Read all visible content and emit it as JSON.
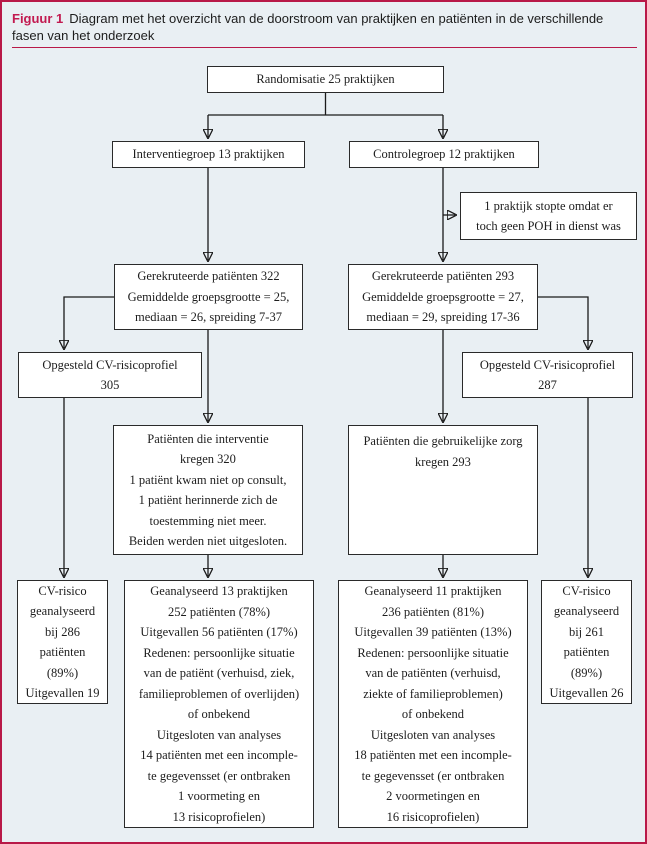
{
  "figure": {
    "label": "Figuur 1",
    "caption": "Diagram met het overzicht van de doorstroom van praktijken en patiënten in de verschillende fasen van het onderzoek"
  },
  "colors": {
    "accent": "#b81948",
    "background": "#e9eff3",
    "box_background": "#ffffff",
    "box_border": "#2a2a2a",
    "connector": "#1a1a1a"
  },
  "nodes": {
    "randomisatie": [
      "Randomisatie 25 praktijken"
    ],
    "interventiegroep": [
      "Interventiegroep 13 praktijken"
    ],
    "controlegroep": [
      "Controlegroep 12 praktijken"
    ],
    "praktijk_stopte": [
      "1 praktijk stopte omdat er",
      "toch geen POH in dienst was"
    ],
    "gerekruteerd_interventie": [
      "Gerekruteerde patiënten 322",
      "Gemiddelde groepsgrootte = 25,",
      "mediaan = 26, spreiding 7-37"
    ],
    "gerekruteerd_controle": [
      "Gerekruteerde patiënten 293",
      "Gemiddelde groepsgrootte = 27,",
      "mediaan = 29, spreiding 17-36"
    ],
    "opgesteld_interventie": [
      "Opgesteld CV-risicoprofiel",
      "305"
    ],
    "opgesteld_controle": [
      "Opgesteld CV-risicoprofiel",
      "287"
    ],
    "interventie_kregen": [
      "Patiënten die interventie",
      "kregen 320",
      "1 patiënt kwam niet op consult,",
      "1 patiënt herinnerde zich de",
      "toestemming niet meer.",
      "Beiden werden niet uitgesloten."
    ],
    "zorg_kregen": [
      "Patiënten die gebruikelijke zorg",
      "kregen 293"
    ],
    "cv_risico_interventie": [
      "CV-risico",
      "geanalyseerd",
      "bij 286",
      "patiënten",
      "(89%)",
      "Uitgevallen 19"
    ],
    "geanalyseerd_interventie": [
      "Geanalyseerd 13 praktijken",
      "252 patiënten (78%)",
      "Uitgevallen 56 patiënten (17%)",
      "Redenen: persoonlijke situatie",
      "van de patiënt (verhuisd, ziek,",
      "familieproblemen of overlijden)",
      "of onbekend",
      "Uitgesloten van analyses",
      "14 patiënten met een incomple-",
      "te gegevensset (er ontbraken",
      "1 voormeting en",
      "13 risicoprofielen)"
    ],
    "geanalyseerd_controle": [
      "Geanalyseerd 11 praktijken",
      "236 patiënten (81%)",
      "Uitgevallen 39 patiënten (13%)",
      "Redenen: persoonlijke situatie",
      "van de patiënten (verhuisd,",
      "ziekte of familieproblemen)",
      "of onbekend",
      "Uitgesloten van analyses",
      "18 patiënten met een incomple-",
      "te gegevensset (er ontbraken",
      "2 voormetingen en",
      "16 risicoprofielen)"
    ],
    "cv_risico_controle": [
      "CV-risico",
      "geanalyseerd",
      "bij 261",
      "patiënten",
      "(89%)",
      "Uitgevallen 26"
    ]
  }
}
